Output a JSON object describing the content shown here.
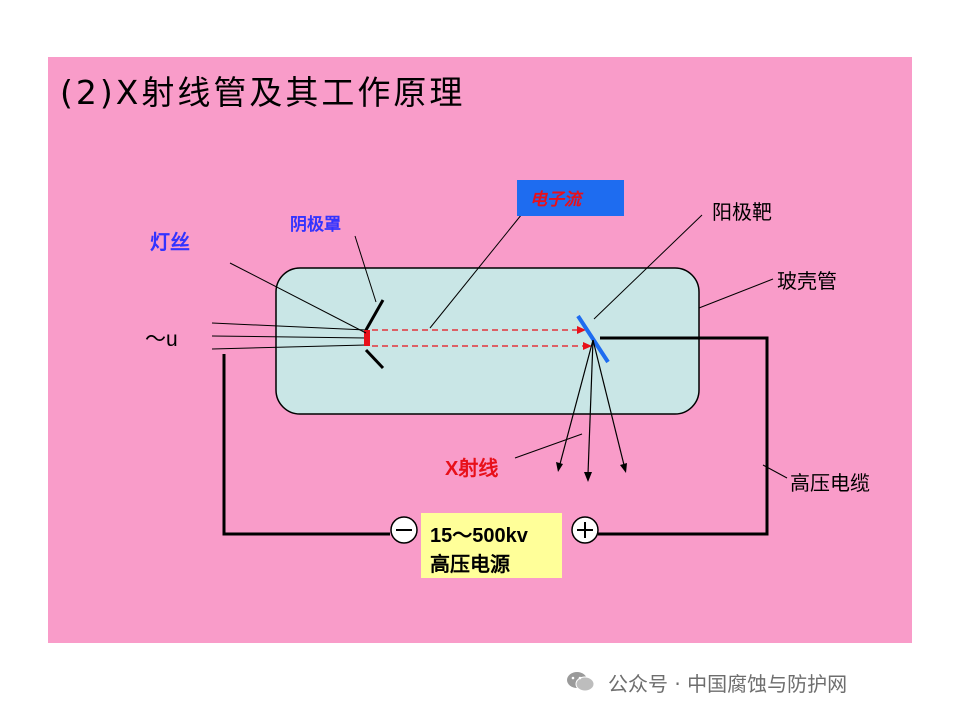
{
  "title": "(2)X射线管及其工作原理",
  "labels": {
    "filament": "灯丝",
    "cathode_cup": "阴极罩",
    "electron_flow": "电子流",
    "anode_target": "阳极靶",
    "glass_tube": "玻壳管",
    "ac_input": "～u",
    "xray": "X射线",
    "hv_cable": "高压电缆"
  },
  "power_supply": {
    "voltage": "15～500kv",
    "name": "高压电源",
    "minus_symbol": "−",
    "plus_symbol": "+"
  },
  "watermark": {
    "text": "公众号 · 中国腐蚀与防护网"
  },
  "colors": {
    "slide_background": "#f99cc9",
    "tube_fill": "#c9e6e6",
    "label_blue": "#3333ff",
    "label_red": "#e8101a",
    "electron_flow_box": "#1e6cf0",
    "psu_box": "#ffff99",
    "anode": "#1e6cf0"
  }
}
